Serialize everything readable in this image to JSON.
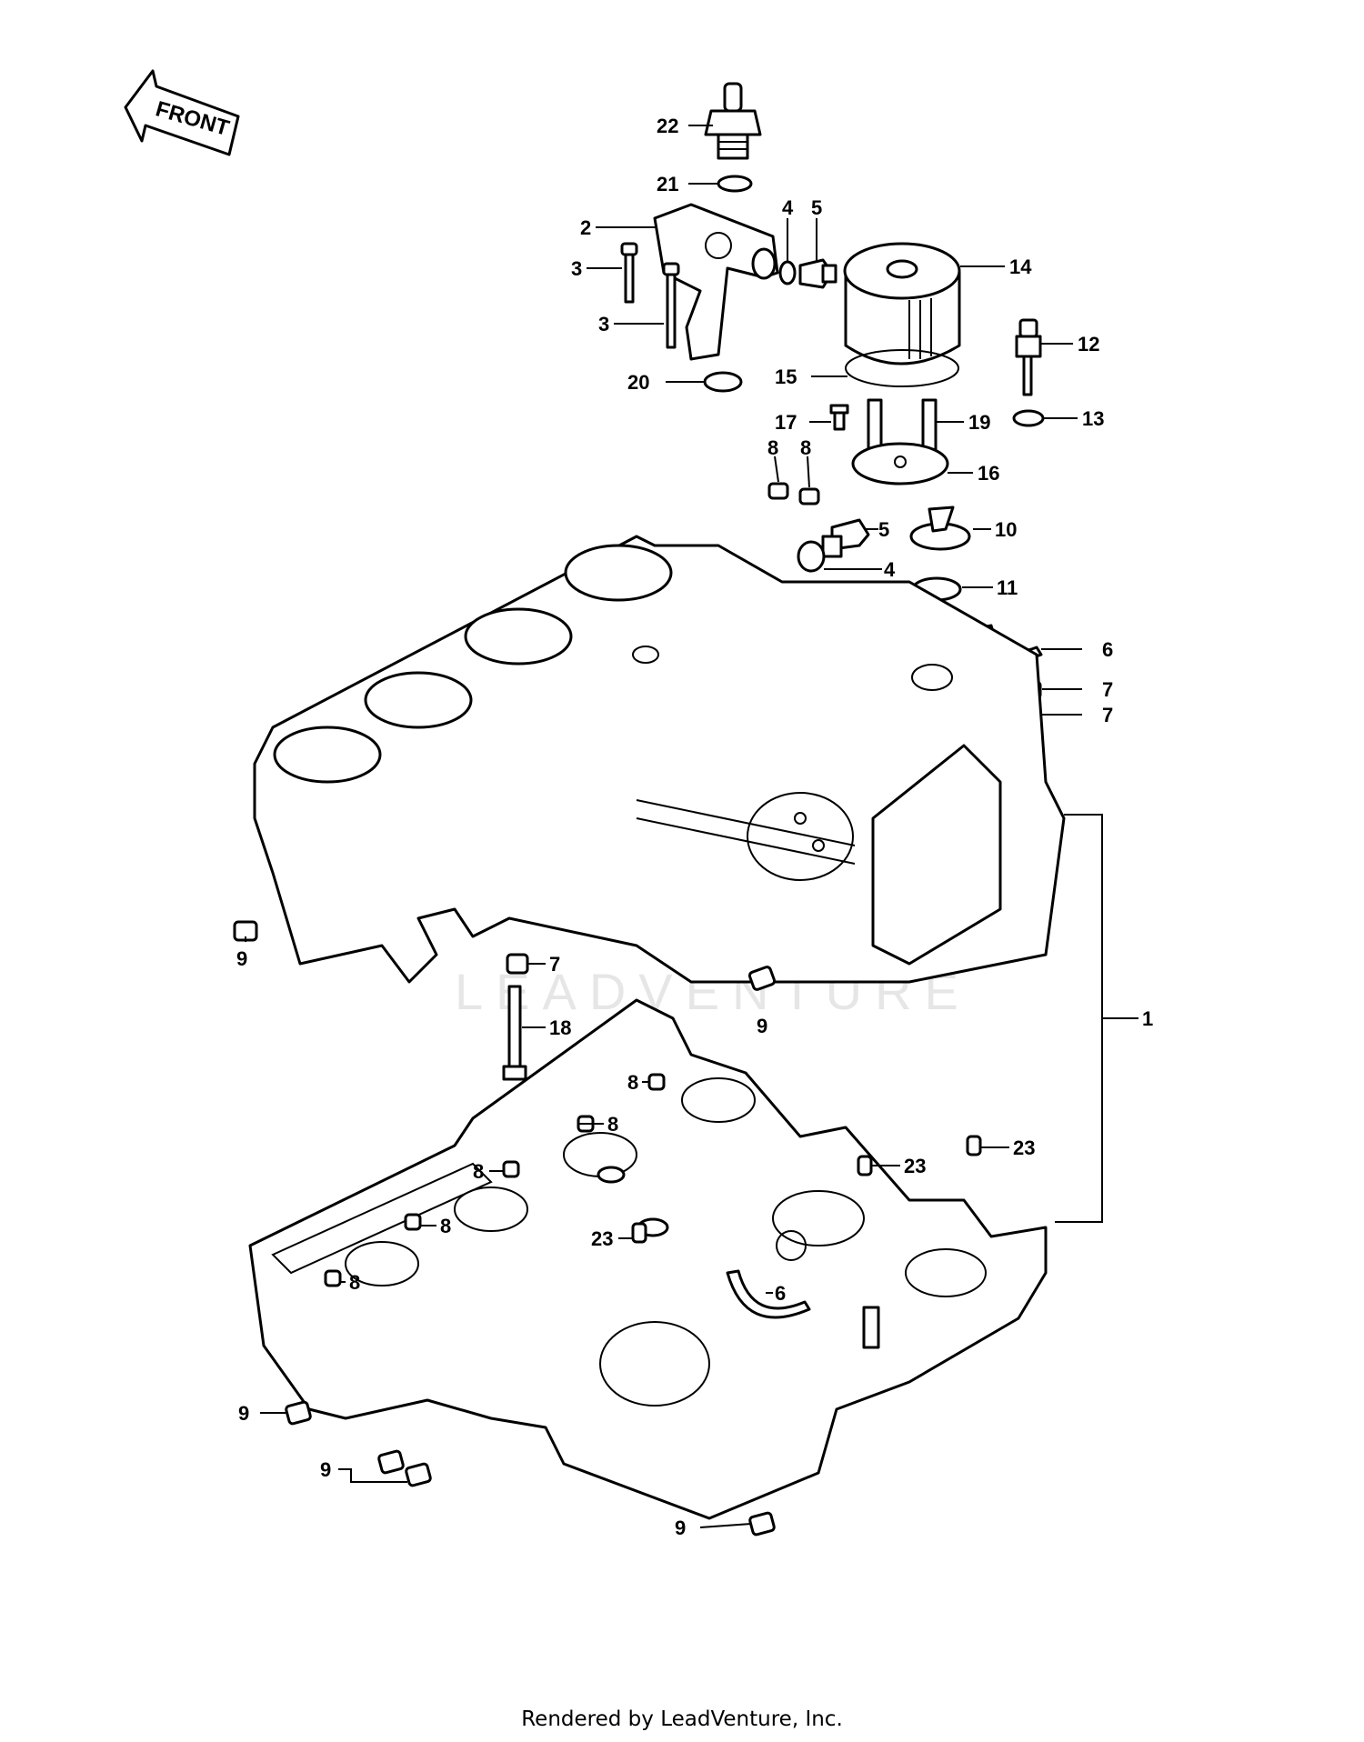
{
  "front_label": "FRONT",
  "watermark": "LEADVENTURE",
  "footer": "Rendered by LeadVenture, Inc.",
  "callouts": {
    "c22": "22",
    "c21": "21",
    "c2": "2",
    "c3a": "3",
    "c3b": "3",
    "c4a": "4",
    "c5a": "5",
    "c14": "14",
    "c12": "12",
    "c20": "20",
    "c15": "15",
    "c13": "13",
    "c17": "17",
    "c19": "19",
    "c8a": "8",
    "c8b": "8",
    "c16": "16",
    "c5b": "5",
    "c10": "10",
    "c4b": "4",
    "c11": "11",
    "c6a": "6",
    "c7a": "7",
    "c7b": "7",
    "c7c": "7",
    "c9a": "9",
    "c18": "18",
    "c9b": "9",
    "c1": "1",
    "c8c": "8",
    "c8d": "8",
    "c8e": "8",
    "c8f": "8",
    "c8g": "8",
    "c23a": "23",
    "c23b": "23",
    "c23c": "23",
    "c6b": "6",
    "c9c": "9",
    "c9d": "9",
    "c9e": "9"
  }
}
